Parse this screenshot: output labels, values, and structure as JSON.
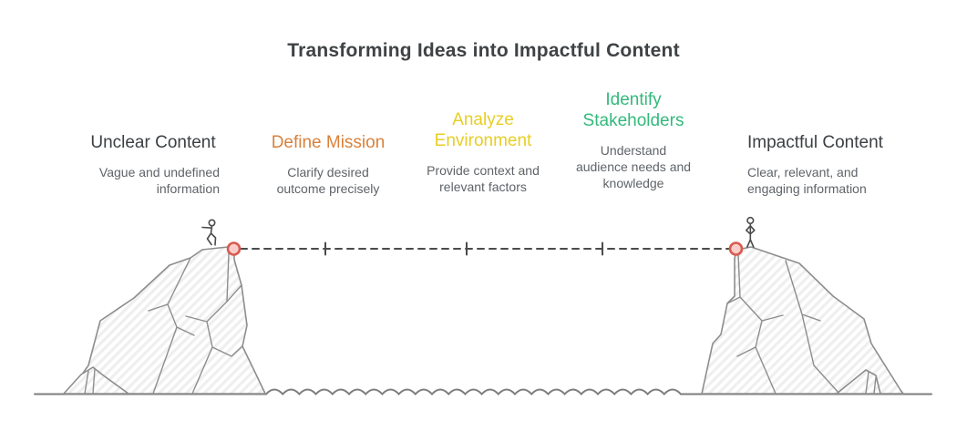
{
  "title": "Transforming Ideas into Impactful Content",
  "stages": [
    {
      "label": "Unclear Content",
      "description": "Vague and undefined information",
      "color": "#3c4043"
    },
    {
      "label": "Define Mission",
      "description": "Clarify desired outcome precisely",
      "color": "#d9813a"
    },
    {
      "label": "Analyze Environment",
      "description": "Provide context and relevant factors",
      "color": "#e7ce26"
    },
    {
      "label": "Identify Stakeholders",
      "description": "Understand audience needs and knowledge",
      "color": "#33b97b"
    },
    {
      "label": "Impactful Content",
      "description": "Clear, relevant, and engaging information",
      "color": "#3c4043"
    }
  ],
  "illustration": {
    "marker_fill": "#f8cdca",
    "marker_stroke": "#d85b51",
    "rock_stroke": "#8d8d8d",
    "ground_color": "#7d7d7d",
    "line_color": "#4b4b4b"
  }
}
